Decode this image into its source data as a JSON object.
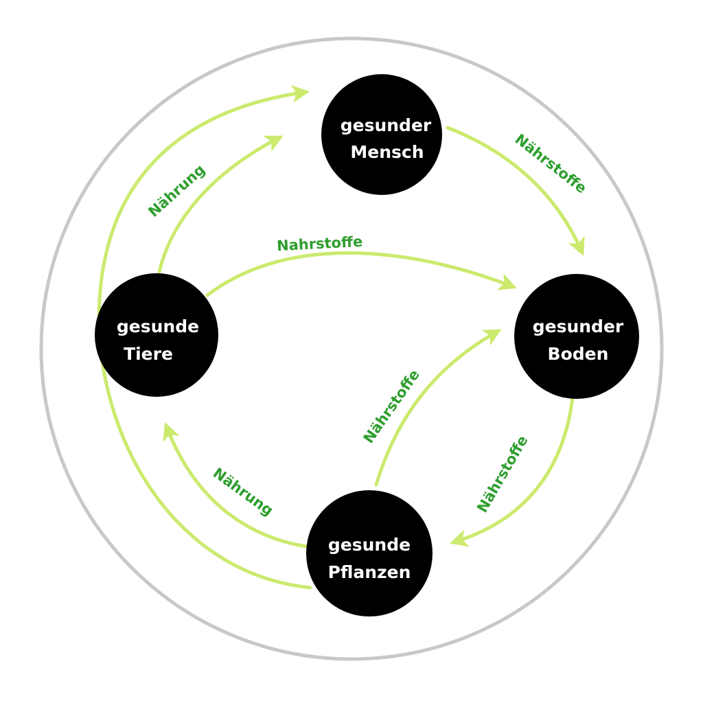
{
  "colors": {
    "node_fill": "#ae1f6e",
    "node_text": "#ffffff",
    "arrow": "#cbea6e",
    "label": "#2e9e2e",
    "outer_ring": "#c8c8c8"
  },
  "nodes": {
    "mensch": {
      "line1": "gesunder",
      "line2": "Mensch"
    },
    "boden": {
      "line1": "gesunder",
      "line2": "Boden"
    },
    "pflanzen": {
      "line1": "gesunde",
      "line2": "Pflanzen"
    },
    "tiere": {
      "line1": "gesunde",
      "line2": "Tiere"
    }
  },
  "edges": {
    "tiere_mensch": {
      "from": "tiere",
      "to": "mensch",
      "label": "Nährung"
    },
    "pflanzen_mensch": {
      "from": "pflanzen",
      "to": "mensch",
      "label": ""
    },
    "mensch_boden": {
      "from": "mensch",
      "to": "boden",
      "label": "Nährstoffe"
    },
    "tiere_boden": {
      "from": "tiere",
      "to": "boden",
      "label": "Nahrstoffe"
    },
    "pflanzen_boden": {
      "from": "pflanzen",
      "to": "boden",
      "label": "Nährstoffe"
    },
    "boden_pflanzen": {
      "from": "boden",
      "to": "pflanzen",
      "label": "Nährstoffe"
    },
    "pflanzen_tiere": {
      "from": "pflanzen",
      "to": "tiere",
      "label": "Nährung"
    }
  }
}
